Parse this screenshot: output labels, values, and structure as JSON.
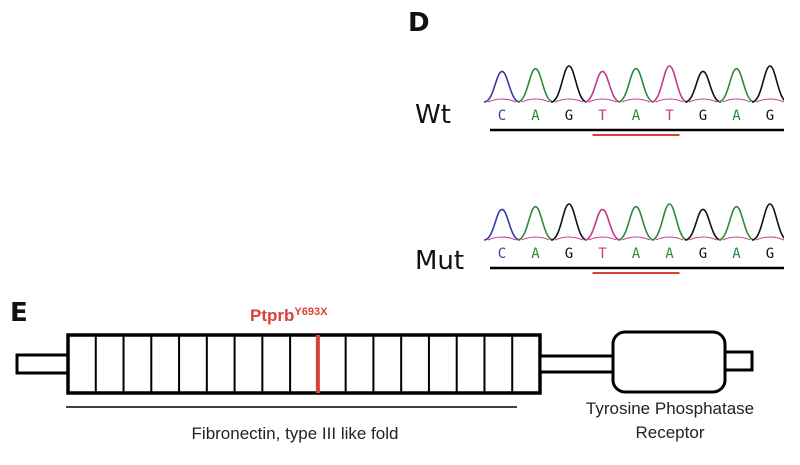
{
  "panel_d": {
    "label": "D",
    "rows": [
      {
        "label": "Wt",
        "sequence": [
          "C",
          "A",
          "G",
          "T",
          "A",
          "T",
          "G",
          "A",
          "G"
        ],
        "highlight_codon": [
          3,
          5
        ]
      },
      {
        "label": "Mut",
        "sequence": [
          "C",
          "A",
          "G",
          "T",
          "A",
          "A",
          "G",
          "A",
          "G"
        ],
        "highlight_codon": [
          3,
          5
        ]
      }
    ],
    "base_colors": {
      "A": "#2a8a3a",
      "C": "#3a3aa8",
      "G": "#111111",
      "T": "#c23a8a"
    },
    "underline_color": "#d9413a"
  },
  "panel_e": {
    "label": "E",
    "mutation_label": "Ptprb",
    "mutation_superscript": "Y693X",
    "fn3_repeat_count": 17,
    "mutation_repeat_index": 8,
    "domain_caption": "Fibronectin, type III like fold",
    "phosphatase_caption_line1": "Tyrosine Phosphatase",
    "phosphatase_caption_line2": "Receptor",
    "mutation_color": "#d9413a"
  }
}
